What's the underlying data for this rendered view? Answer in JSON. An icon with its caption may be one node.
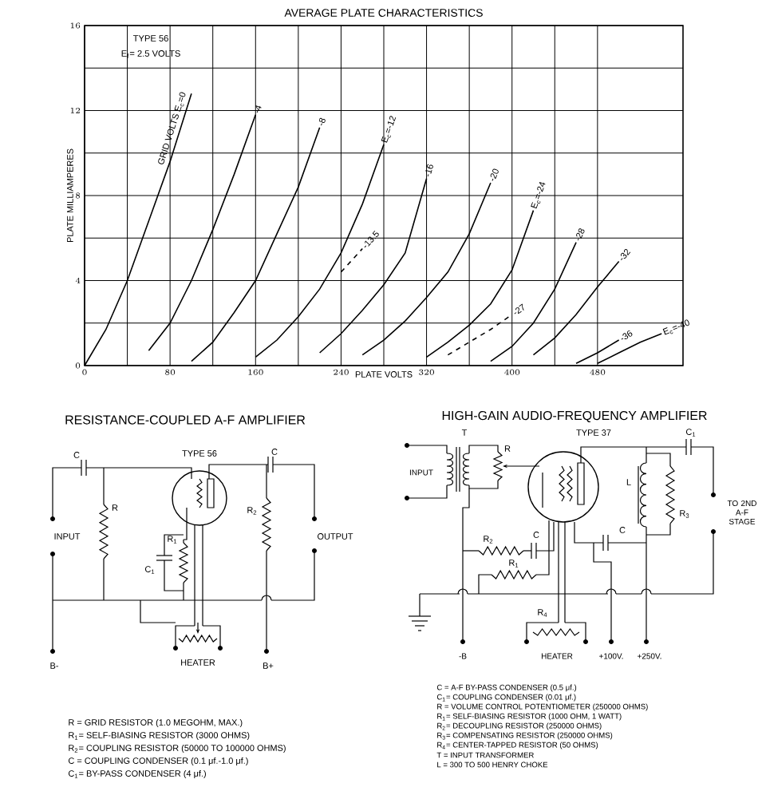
{
  "diagram": {
    "labels": [
      "RESISTANCE-COUPLED A-F AMPLIFIER",
      "C",
      "TYPE 56",
      "C",
      "R",
      "R$_{1}$",
      "R$_{2}$",
      "INPUT",
      "OUTPUT",
      "C$_{1}$",
      "B-",
      "HEATER",
      "B+",
      "R = GRID RESISTOR (1.0 MEGOHM, MAX.)",
      "R$_{1}$= SELF-BIASING RESISTOR (3000 OHMS)",
      "R$_{2}$= COUPLING RESISTOR (50000 TO 100000 OHMS)",
      "C = COUPLING CONDENSER (0.1 μf.-1.0 μf.)",
      "C$_{1}$= BY-PASS CONDENSER (4 μf.)",
      "HIGH-GAIN AUDIO-FREQUENCY AMPLIFIER",
      "T",
      "TYPE 37",
      "C$_{1}$",
      "INPUT",
      "R",
      "L",
      "R$_{3}$",
      "TO 2ND A-F STAGE",
      "R$_{2}$",
      "C",
      "C",
      "R$_{1}$",
      "R$_{4}$",
      "-B",
      "HEATER",
      "+100V.",
      "+250V.",
      "C = A-F BY-PASS CONDENSER (0.5 μf.)",
      "C$_{1}$= COUPLING CONDENSER (0.01 μf.)",
      "R = VOLUME CONTROL POTENTIOMETER (250000 OHMS)",
      "R$_{1}$= SELF-BIASING RESISTOR (1000 OHM, 1 WATT)",
      "R$_{2}$= DECOUPLING RESISTOR (250000 OHMS)",
      "R$_{3}$= COMPENSATING RESISTOR (250000 OHMS)",
      "R$_{4}$= CENTER-TAPPED RESISTOR (50 OHMS)",
      "T = INPUT TRANSFORMER",
      "L = 300 TO 500 HENRY CHOKE"
    ],
    "chart_data": {
      "type": "line",
      "title": "AVERAGE PLATE CHARACTERISTICS",
      "xlabel": "PLATE VOLTS",
      "ylabel": "PLATE MILLIAMPERES",
      "x": [
        0,
        20,
        40,
        60,
        80,
        100,
        120,
        140,
        160,
        180,
        200,
        220,
        240,
        260,
        280,
        300,
        320,
        340,
        360,
        380,
        400,
        420,
        440,
        460,
        480,
        500,
        520,
        540
      ],
      "series": [
        {
          "name": "GRID VOLTS E$_{c}$=0",
          "color": "#000000",
          "values": [
            0,
            1.7,
            4,
            6.8,
            9.6,
            12.8,
            null,
            null,
            null,
            null,
            null,
            null,
            null,
            null,
            null,
            null,
            null,
            null,
            null,
            null,
            null,
            null,
            null,
            null,
            null,
            null,
            null,
            null
          ]
        },
        {
          "name": "-4",
          "color": "#000000",
          "values": [
            null,
            null,
            null,
            0.7,
            2,
            4,
            6.4,
            9,
            11.8,
            null,
            null,
            null,
            null,
            null,
            null,
            null,
            null,
            null,
            null,
            null,
            null,
            null,
            null,
            null,
            null,
            null,
            null,
            null
          ]
        },
        {
          "name": "-8",
          "color": "#000000",
          "values": [
            null,
            null,
            null,
            null,
            null,
            0.2,
            1.1,
            2.5,
            4,
            6.2,
            8.4,
            11.2,
            null,
            null,
            null,
            null,
            null,
            null,
            null,
            null,
            null,
            null,
            null,
            null,
            null,
            null,
            null,
            null
          ]
        },
        {
          "name": "E$_{c}$=-12",
          "color": "#000000",
          "values": [
            null,
            null,
            null,
            null,
            null,
            null,
            null,
            null,
            0.4,
            1.2,
            2.3,
            3.6,
            5.3,
            7.6,
            10.4,
            null,
            null,
            null,
            null,
            null,
            null,
            null,
            null,
            null,
            null,
            null,
            null,
            null
          ]
        },
        {
          "name": "-16",
          "color": "#000000",
          "values": [
            null,
            null,
            null,
            null,
            null,
            null,
            null,
            null,
            null,
            null,
            null,
            0.6,
            1.5,
            2.6,
            3.8,
            5.3,
            8.8,
            null,
            null,
            null,
            null,
            null,
            null,
            null,
            null,
            null,
            null,
            null
          ]
        },
        {
          "name": "-20",
          "color": "#000000",
          "values": [
            null,
            null,
            null,
            null,
            null,
            null,
            null,
            null,
            null,
            null,
            null,
            null,
            null,
            0.5,
            1.2,
            2.1,
            3.2,
            4.4,
            6.2,
            8.6,
            null,
            null,
            null,
            null,
            null,
            null,
            null,
            null
          ]
        },
        {
          "name": "E$_{c}$=-24",
          "color": "#000000",
          "values": [
            null,
            null,
            null,
            null,
            null,
            null,
            null,
            null,
            null,
            null,
            null,
            null,
            null,
            null,
            null,
            null,
            0.4,
            1.1,
            1.9,
            2.9,
            4.5,
            7.3,
            null,
            null,
            null,
            null,
            null,
            null
          ]
        },
        {
          "name": "-28",
          "color": "#000000",
          "values": [
            null,
            null,
            null,
            null,
            null,
            null,
            null,
            null,
            null,
            null,
            null,
            null,
            null,
            null,
            null,
            null,
            null,
            null,
            null,
            0.2,
            0.9,
            2,
            3.6,
            5.8,
            null,
            null,
            null,
            null
          ]
        },
        {
          "name": "-32",
          "color": "#000000",
          "values": [
            null,
            null,
            null,
            null,
            null,
            null,
            null,
            null,
            null,
            null,
            null,
            null,
            null,
            null,
            null,
            null,
            null,
            null,
            null,
            null,
            null,
            0.5,
            1.3,
            2.4,
            3.7,
            4.9,
            null,
            null
          ]
        },
        {
          "name": "-36",
          "color": "#000000",
          "values": [
            null,
            null,
            null,
            null,
            null,
            null,
            null,
            null,
            null,
            null,
            null,
            null,
            null,
            null,
            null,
            null,
            null,
            null,
            null,
            null,
            null,
            null,
            null,
            0.1,
            0.6,
            1.2,
            null,
            null
          ]
        },
        {
          "name": "E$_{c}$=-40",
          "color": "#000000",
          "values": [
            null,
            null,
            null,
            null,
            null,
            null,
            null,
            null,
            null,
            null,
            null,
            null,
            null,
            null,
            null,
            null,
            null,
            null,
            null,
            null,
            null,
            null,
            null,
            null,
            0.1,
            0.6,
            1.1,
            1.5
          ]
        },
        {
          "name": "-13.5",
          "color": "#000000",
          "line_style": "dashed",
          "values": [
            null,
            null,
            null,
            null,
            null,
            null,
            null,
            null,
            null,
            null,
            null,
            null,
            4.4,
            5.5,
            null,
            null,
            null,
            null,
            null,
            null,
            null,
            null,
            null,
            null,
            null,
            null,
            null,
            null
          ]
        },
        {
          "name": "-27",
          "color": "#000000",
          "line_style": "dashed",
          "values": [
            null,
            null,
            null,
            null,
            null,
            null,
            null,
            null,
            null,
            null,
            null,
            null,
            null,
            null,
            null,
            null,
            null,
            0.5,
            1.1,
            1.7,
            2.4,
            null,
            null,
            null,
            null,
            null,
            null,
            null
          ]
        }
      ],
      "grid": true,
      "xlim": [
        0,
        560
      ],
      "ylim": [
        0,
        16
      ],
      "xticks": [
        0,
        80,
        160,
        240,
        320,
        400,
        480
      ],
      "yticks": [
        0,
        4,
        8,
        12,
        16
      ],
      "annotations": [
        "TYPE 56",
        "E$_{f}$= 2.5 VOLTS"
      ]
    }
  }
}
